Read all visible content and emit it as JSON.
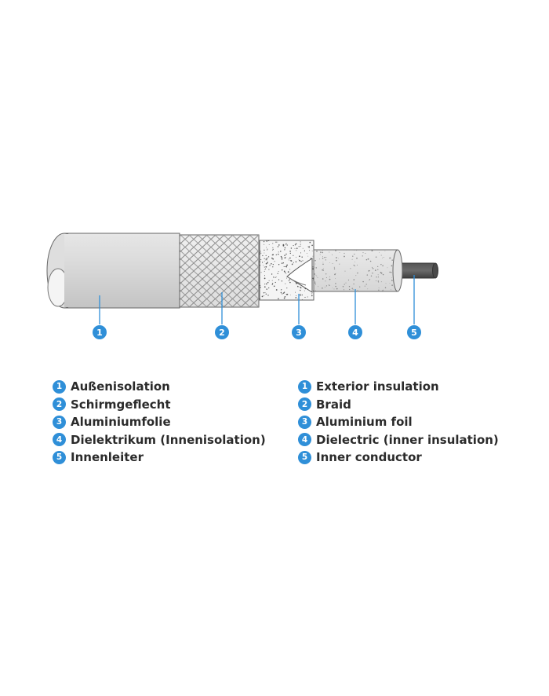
{
  "accent_color": "#2f8fd8",
  "callouts": [
    {
      "number": "1"
    },
    {
      "number": "2"
    },
    {
      "number": "3"
    },
    {
      "number": "4"
    },
    {
      "number": "5"
    }
  ],
  "legend_de": [
    {
      "number": "1",
      "label": "Außenisolation"
    },
    {
      "number": "2",
      "label": "Schirmgeflecht"
    },
    {
      "number": "3",
      "label": "Aluminiumfolie"
    },
    {
      "number": "4",
      "label": "Dielektrikum (Innenisolation)"
    },
    {
      "number": "5",
      "label": "Innenleiter"
    }
  ],
  "legend_en": [
    {
      "number": "1",
      "label": "Exterior insulation"
    },
    {
      "number": "2",
      "label": "Braid"
    },
    {
      "number": "3",
      "label": "Aluminium foil"
    },
    {
      "number": "4",
      "label": "Dielectric (inner insulation)"
    },
    {
      "number": "5",
      "label": "Inner conductor"
    }
  ]
}
